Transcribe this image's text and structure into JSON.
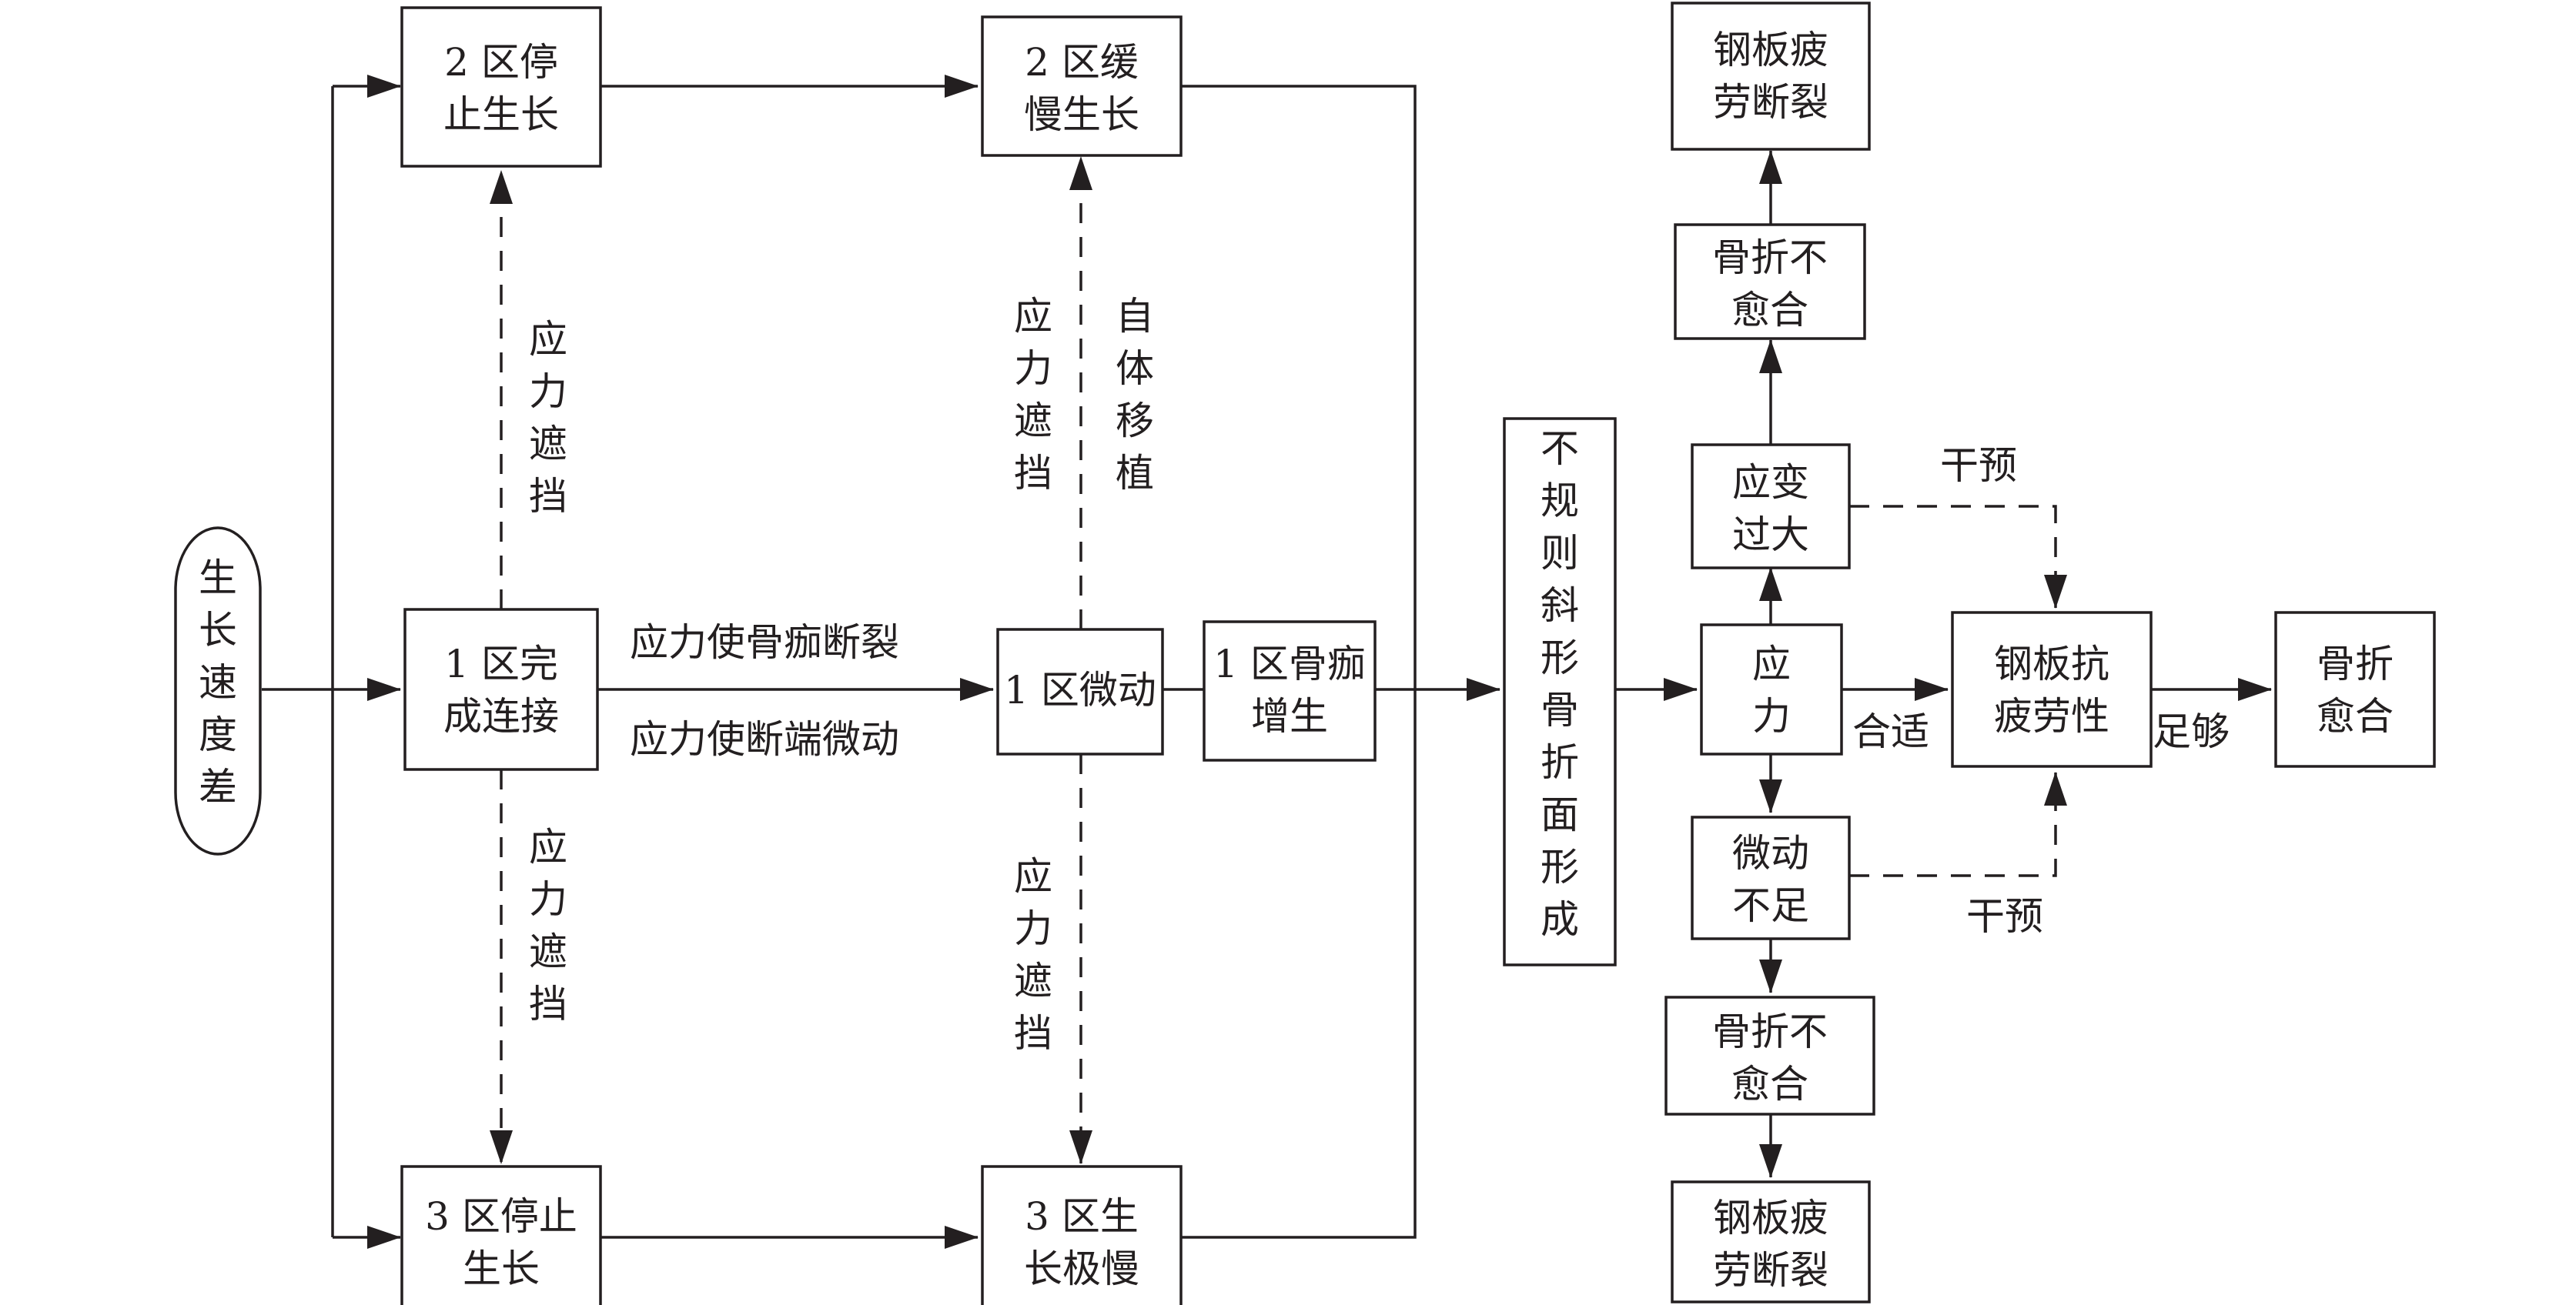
{
  "nodes": {
    "growth_diff": [
      "生",
      "长",
      "速",
      "度",
      "差"
    ],
    "zone2_stop": [
      "2 区停",
      "止生长"
    ],
    "zone2_slow": [
      "2 区缓",
      "慢生长"
    ],
    "zone1_connect": [
      "1 区完",
      "成连接"
    ],
    "zone1_micro": [
      "1 区微动"
    ],
    "zone1_callus": [
      "1 区骨痂",
      "增生"
    ],
    "zone3_stop": [
      "3 区停止",
      "生长"
    ],
    "zone3_slow": [
      "3 区生",
      "长极慢"
    ],
    "irregular": [
      "不",
      "规",
      "则",
      "斜",
      "形",
      "骨",
      "折",
      "面",
      "形",
      "成"
    ],
    "stress": [
      "应",
      "力"
    ],
    "strain_large": [
      "应变",
      "过大"
    ],
    "micro_insufficient": [
      "微动",
      "不足"
    ],
    "plate_fatigue": [
      "钢板抗",
      "疲劳性"
    ],
    "nonunion_top": [
      "骨折不",
      "愈合"
    ],
    "plate_fracture_top": [
      "钢板疲",
      "劳断裂"
    ],
    "nonunion_bottom": [
      "骨折不",
      "愈合"
    ],
    "plate_fracture_bottom": [
      "钢板疲",
      "劳断裂"
    ],
    "healing": [
      "骨折",
      "愈合"
    ]
  },
  "labels": {
    "stress_shield_top_left": [
      "应",
      "力",
      "遮",
      "挡"
    ],
    "stress_shield_bottom_left": [
      "应",
      "力",
      "遮",
      "挡"
    ],
    "stress_shield_top_mid": [
      "应",
      "力",
      "遮",
      "挡"
    ],
    "autograft": [
      "自",
      "体",
      "移",
      "植"
    ],
    "stress_shield_bottom_mid": [
      "应",
      "力",
      "遮",
      "挡"
    ],
    "stress_callus_break": "应力使骨痂断裂",
    "stress_end_micro": "应力使断端微动",
    "suitable": "合适",
    "sufficient": "足够",
    "intervene_top": "干预",
    "intervene_bottom": "干预"
  }
}
